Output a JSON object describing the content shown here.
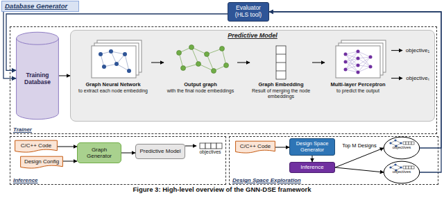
{
  "diagram": {
    "caption": "Figure 3: High-level overview of the GNN-DSE framework",
    "nodes": [
      {
        "text": [
          "Database Generator"
        ]
      },
      {
        "text": [
          "Evaluator (HLS tool)"
        ]
      },
      {
        "text": [
          "Trainer"
        ]
      },
      {
        "text": [
          "Training Database"
        ],
        "in": 2
      },
      {
        "text": [
          "Predictive Model"
        ],
        "in": 2
      },
      {
        "text": [
          "Graph Neural Network",
          "to extract each node embedding"
        ],
        "in": 4
      },
      {
        "text": [
          "Output graph",
          "with the final node embeddings"
        ],
        "in": 4
      },
      {
        "text": [
          "Graph Embedding",
          "Result of merging the node embeddings"
        ],
        "in": 4
      },
      {
        "text": [
          "Multi-layer Perceptron",
          "to predict the output"
        ],
        "in": 4
      },
      {
        "text": [
          "objective₁"
        ],
        "in": 4
      },
      {
        "text": [
          "objectiveₜ"
        ],
        "in": 4
      },
      {
        "text": [
          "Inference"
        ]
      },
      {
        "text": [
          "C/C++ Code"
        ],
        "in": 11
      },
      {
        "text": [
          "Design Config"
        ],
        "in": 11
      },
      {
        "text": [
          "Graph Generator"
        ],
        "in": 11
      },
      {
        "text": [
          "Predictive Model"
        ],
        "in": 11
      },
      {
        "text": [
          "objectives"
        ],
        "in": 11
      },
      {
        "text": [
          "Design Space Exploration"
        ]
      },
      {
        "text": [
          "C/C++ Code"
        ],
        "in": 17
      },
      {
        "text": [
          "Design Space Generator"
        ],
        "in": 17
      },
      {
        "text": [
          "Inference"
        ],
        "in": 17
      },
      {
        "text": [
          "objectives"
        ],
        "in": 17
      },
      {
        "text": [
          "objectives"
        ],
        "in": 17
      }
    ],
    "edges": [
      {
        "from": 0,
        "to": 3,
        "arrow": "to"
      },
      {
        "from": 1,
        "to": 3,
        "arrow": "to"
      },
      {
        "from": 3,
        "to": 4,
        "arrow": "to"
      },
      {
        "from": 5,
        "to": 6,
        "arrow": "to"
      },
      {
        "from": 6,
        "to": 7,
        "arrow": "to"
      },
      {
        "from": 7,
        "to": 8,
        "arrow": "to"
      },
      {
        "from": 8,
        "to": 9,
        "arrow": "to"
      },
      {
        "from": 8,
        "to": 10,
        "arrow": "to"
      },
      {
        "from": 12,
        "to": 14,
        "arrow": "to"
      },
      {
        "from": 13,
        "to": 14,
        "arrow": "to"
      },
      {
        "from": 14,
        "to": 15,
        "arrow": "to"
      },
      {
        "from": 15,
        "to": 16,
        "arrow": "to"
      },
      {
        "from": 18,
        "to": 19,
        "arrow": "to"
      },
      {
        "from": 19,
        "to": 20,
        "arrow": "to"
      },
      {
        "from": 20,
        "to": 21,
        "label": "Top M Designs",
        "arrow": "to"
      },
      {
        "from": 20,
        "to": 22,
        "arrow": "to"
      },
      {
        "from": 21,
        "to": 1,
        "arrow": "to"
      },
      {
        "from": 22,
        "to": 1,
        "arrow": "to"
      }
    ]
  }
}
